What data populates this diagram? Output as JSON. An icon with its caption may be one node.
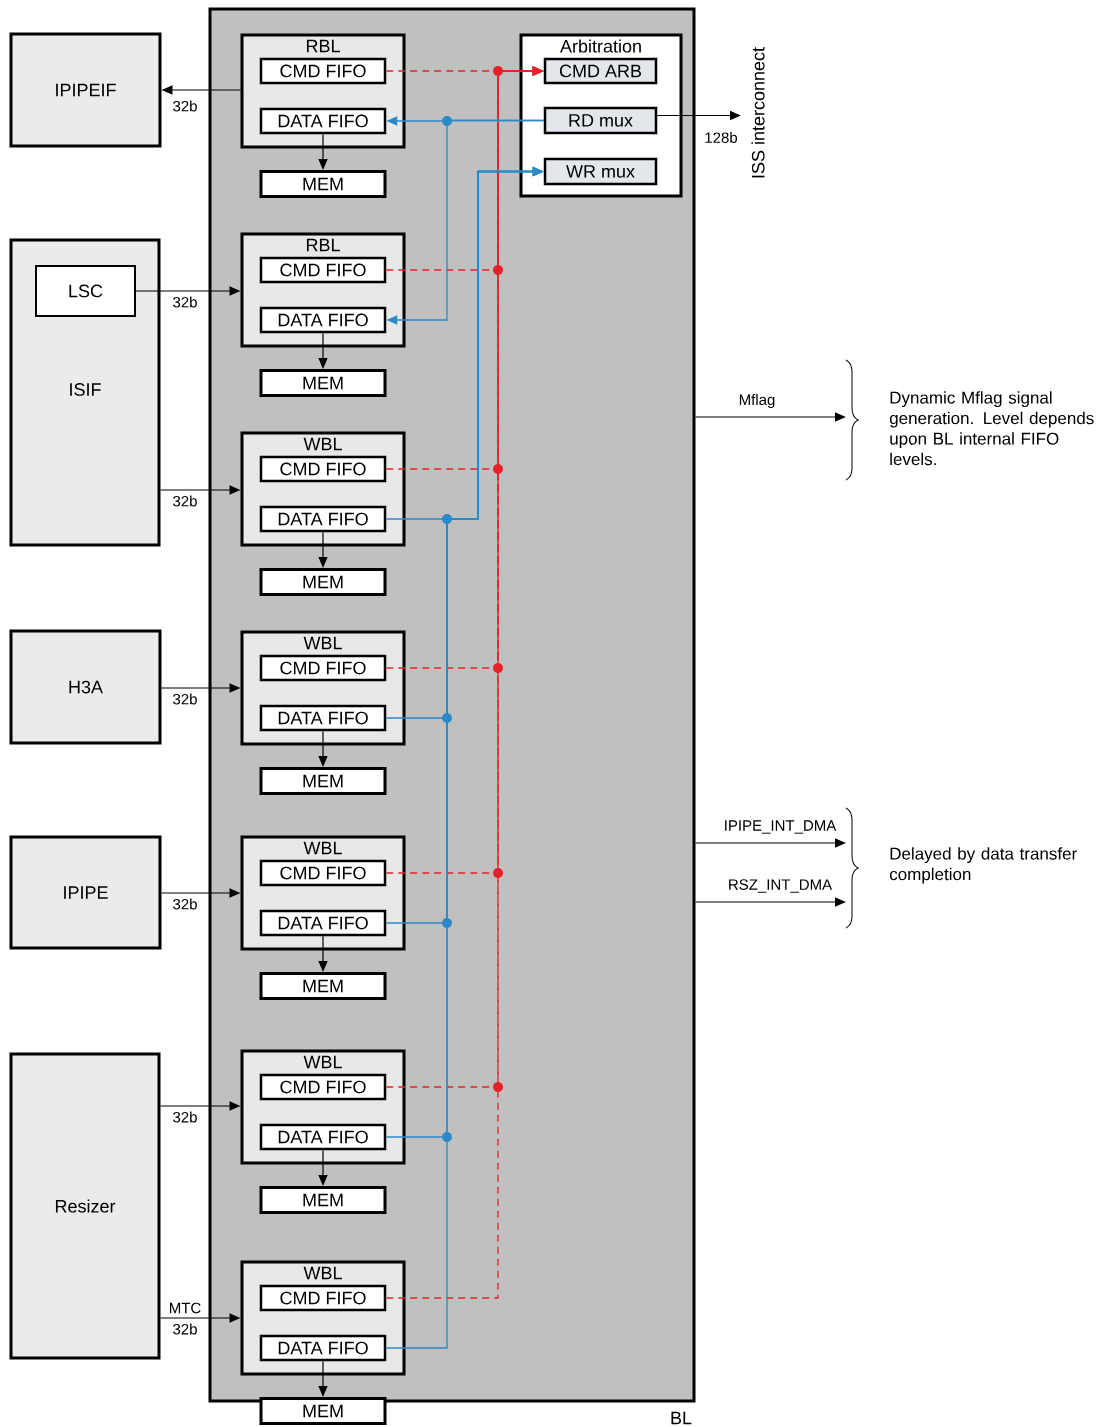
{
  "diagram": {
    "nodes": [
      {
        "text": [
          "BL"
        ]
      },
      {
        "text": [
          "IPIPEIF"
        ]
      },
      {
        "text": [
          "ISIF"
        ]
      },
      {
        "text": [
          "LSC"
        ],
        "in": 2
      },
      {
        "text": [
          "H3A"
        ]
      },
      {
        "text": [
          "IPIPE"
        ]
      },
      {
        "text": [
          "Resizer"
        ]
      },
      {
        "text": [
          "RBL"
        ],
        "in": 0
      },
      {
        "text": [
          "CMD FIFO"
        ],
        "in": 7
      },
      {
        "text": [
          "DATA FIFO"
        ],
        "in": 7
      },
      {
        "text": [
          "MEM"
        ],
        "in": 0
      },
      {
        "text": [
          "RBL"
        ],
        "in": 0
      },
      {
        "text": [
          "CMD FIFO"
        ],
        "in": 11
      },
      {
        "text": [
          "DATA FIFO"
        ],
        "in": 11
      },
      {
        "text": [
          "MEM"
        ],
        "in": 0
      },
      {
        "text": [
          "WBL"
        ],
        "in": 0
      },
      {
        "text": [
          "CMD FIFO"
        ],
        "in": 15
      },
      {
        "text": [
          "DATA FIFO"
        ],
        "in": 15
      },
      {
        "text": [
          "MEM"
        ],
        "in": 0
      },
      {
        "text": [
          "WBL"
        ],
        "in": 0
      },
      {
        "text": [
          "CMD FIFO"
        ],
        "in": 19
      },
      {
        "text": [
          "DATA FIFO"
        ],
        "in": 19
      },
      {
        "text": [
          "MEM"
        ],
        "in": 0
      },
      {
        "text": [
          "WBL"
        ],
        "in": 0
      },
      {
        "text": [
          "CMD FIFO"
        ],
        "in": 23
      },
      {
        "text": [
          "DATA FIFO"
        ],
        "in": 23
      },
      {
        "text": [
          "MEM"
        ],
        "in": 0
      },
      {
        "text": [
          "WBL"
        ],
        "in": 0
      },
      {
        "text": [
          "CMD FIFO"
        ],
        "in": 27
      },
      {
        "text": [
          "DATA FIFO"
        ],
        "in": 27
      },
      {
        "text": [
          "MEM"
        ],
        "in": 0
      },
      {
        "text": [
          "WBL"
        ],
        "in": 0
      },
      {
        "text": [
          "CMD FIFO"
        ],
        "in": 31
      },
      {
        "text": [
          "DATA FIFO"
        ],
        "in": 31
      },
      {
        "text": [
          "MEM"
        ]
      },
      {
        "text": [
          "Arbitration"
        ],
        "in": 0
      },
      {
        "text": [
          "CMD ARB"
        ],
        "in": 35
      },
      {
        "text": [
          "RD mux"
        ],
        "in": 35
      },
      {
        "text": [
          "WR mux"
        ],
        "in": 35
      },
      {
        "text": [
          "ISS interconnect"
        ]
      }
    ],
    "edges": [
      {
        "from": 7,
        "to": 1,
        "arrow": "to",
        "label": "32b"
      },
      {
        "from": 3,
        "to": 11,
        "arrow": "to",
        "label": "32b"
      },
      {
        "from": 2,
        "to": 15,
        "arrow": "to",
        "label": "32b"
      },
      {
        "from": 4,
        "to": 19,
        "arrow": "to",
        "label": "32b"
      },
      {
        "from": 5,
        "to": 23,
        "arrow": "to",
        "label": "32b"
      },
      {
        "from": 6,
        "to": 27,
        "arrow": "to",
        "label": "32b"
      },
      {
        "from": 6,
        "to": 31,
        "arrow": "to",
        "label": "32b"
      },
      {
        "from": 9,
        "to": 10,
        "arrow": "to"
      },
      {
        "from": 13,
        "to": 14,
        "arrow": "to"
      },
      {
        "from": 17,
        "to": 18,
        "arrow": "to"
      },
      {
        "from": 21,
        "to": 22,
        "arrow": "to"
      },
      {
        "from": 25,
        "to": 26,
        "arrow": "to"
      },
      {
        "from": 29,
        "to": 30,
        "arrow": "to"
      },
      {
        "from": 33,
        "to": 34,
        "arrow": "to"
      },
      {
        "from": 8,
        "to": 36,
        "arrow": "to",
        "style": "dashed",
        "color": "#e8202a"
      },
      {
        "from": 12,
        "to": 36,
        "arrow": "to",
        "style": "dashed",
        "color": "#e8202a"
      },
      {
        "from": 16,
        "to": 36,
        "arrow": "to",
        "style": "dashed",
        "color": "#e8202a"
      },
      {
        "from": 20,
        "to": 36,
        "arrow": "to",
        "style": "dashed",
        "color": "#e8202a"
      },
      {
        "from": 24,
        "to": 36,
        "arrow": "to",
        "style": "dashed",
        "color": "#e8202a"
      },
      {
        "from": 28,
        "to": 36,
        "arrow": "to",
        "style": "dashed",
        "color": "#e8202a"
      },
      {
        "from": 32,
        "to": 36,
        "arrow": "to",
        "style": "dashed",
        "color": "#e8202a"
      },
      {
        "from": 37,
        "to": 9,
        "arrow": "to",
        "color": "#2a8ac8"
      },
      {
        "from": 37,
        "to": 13,
        "arrow": "to",
        "color": "#2a8ac8"
      },
      {
        "from": 17,
        "to": 38,
        "arrow": "to",
        "color": "#2a8ac8"
      },
      {
        "from": 21,
        "to": 38,
        "arrow": "to",
        "color": "#2a8ac8"
      },
      {
        "from": 25,
        "to": 38,
        "arrow": "to",
        "color": "#2a8ac8"
      },
      {
        "from": 29,
        "to": 38,
        "arrow": "to",
        "color": "#2a8ac8"
      },
      {
        "from": 33,
        "to": 38,
        "arrow": "to",
        "color": "#2a8ac8"
      },
      {
        "from": 37,
        "to": 39,
        "arrow": "to",
        "label": "128b"
      },
      {
        "from": 0,
        "to": null,
        "arrow": "to",
        "label": "Mflag"
      },
      {
        "from": 0,
        "to": null,
        "arrow": "to",
        "label": "IPIPE_INT_DMA"
      },
      {
        "from": 0,
        "to": null,
        "arrow": "to",
        "label": "RSZ_INT_DMA"
      }
    ],
    "labels": [
      "MTC",
      "Dynamic Mflag signal generation. Level depends upon BL internal FIFO levels.",
      "Delayed by data transfer completion"
    ]
  }
}
